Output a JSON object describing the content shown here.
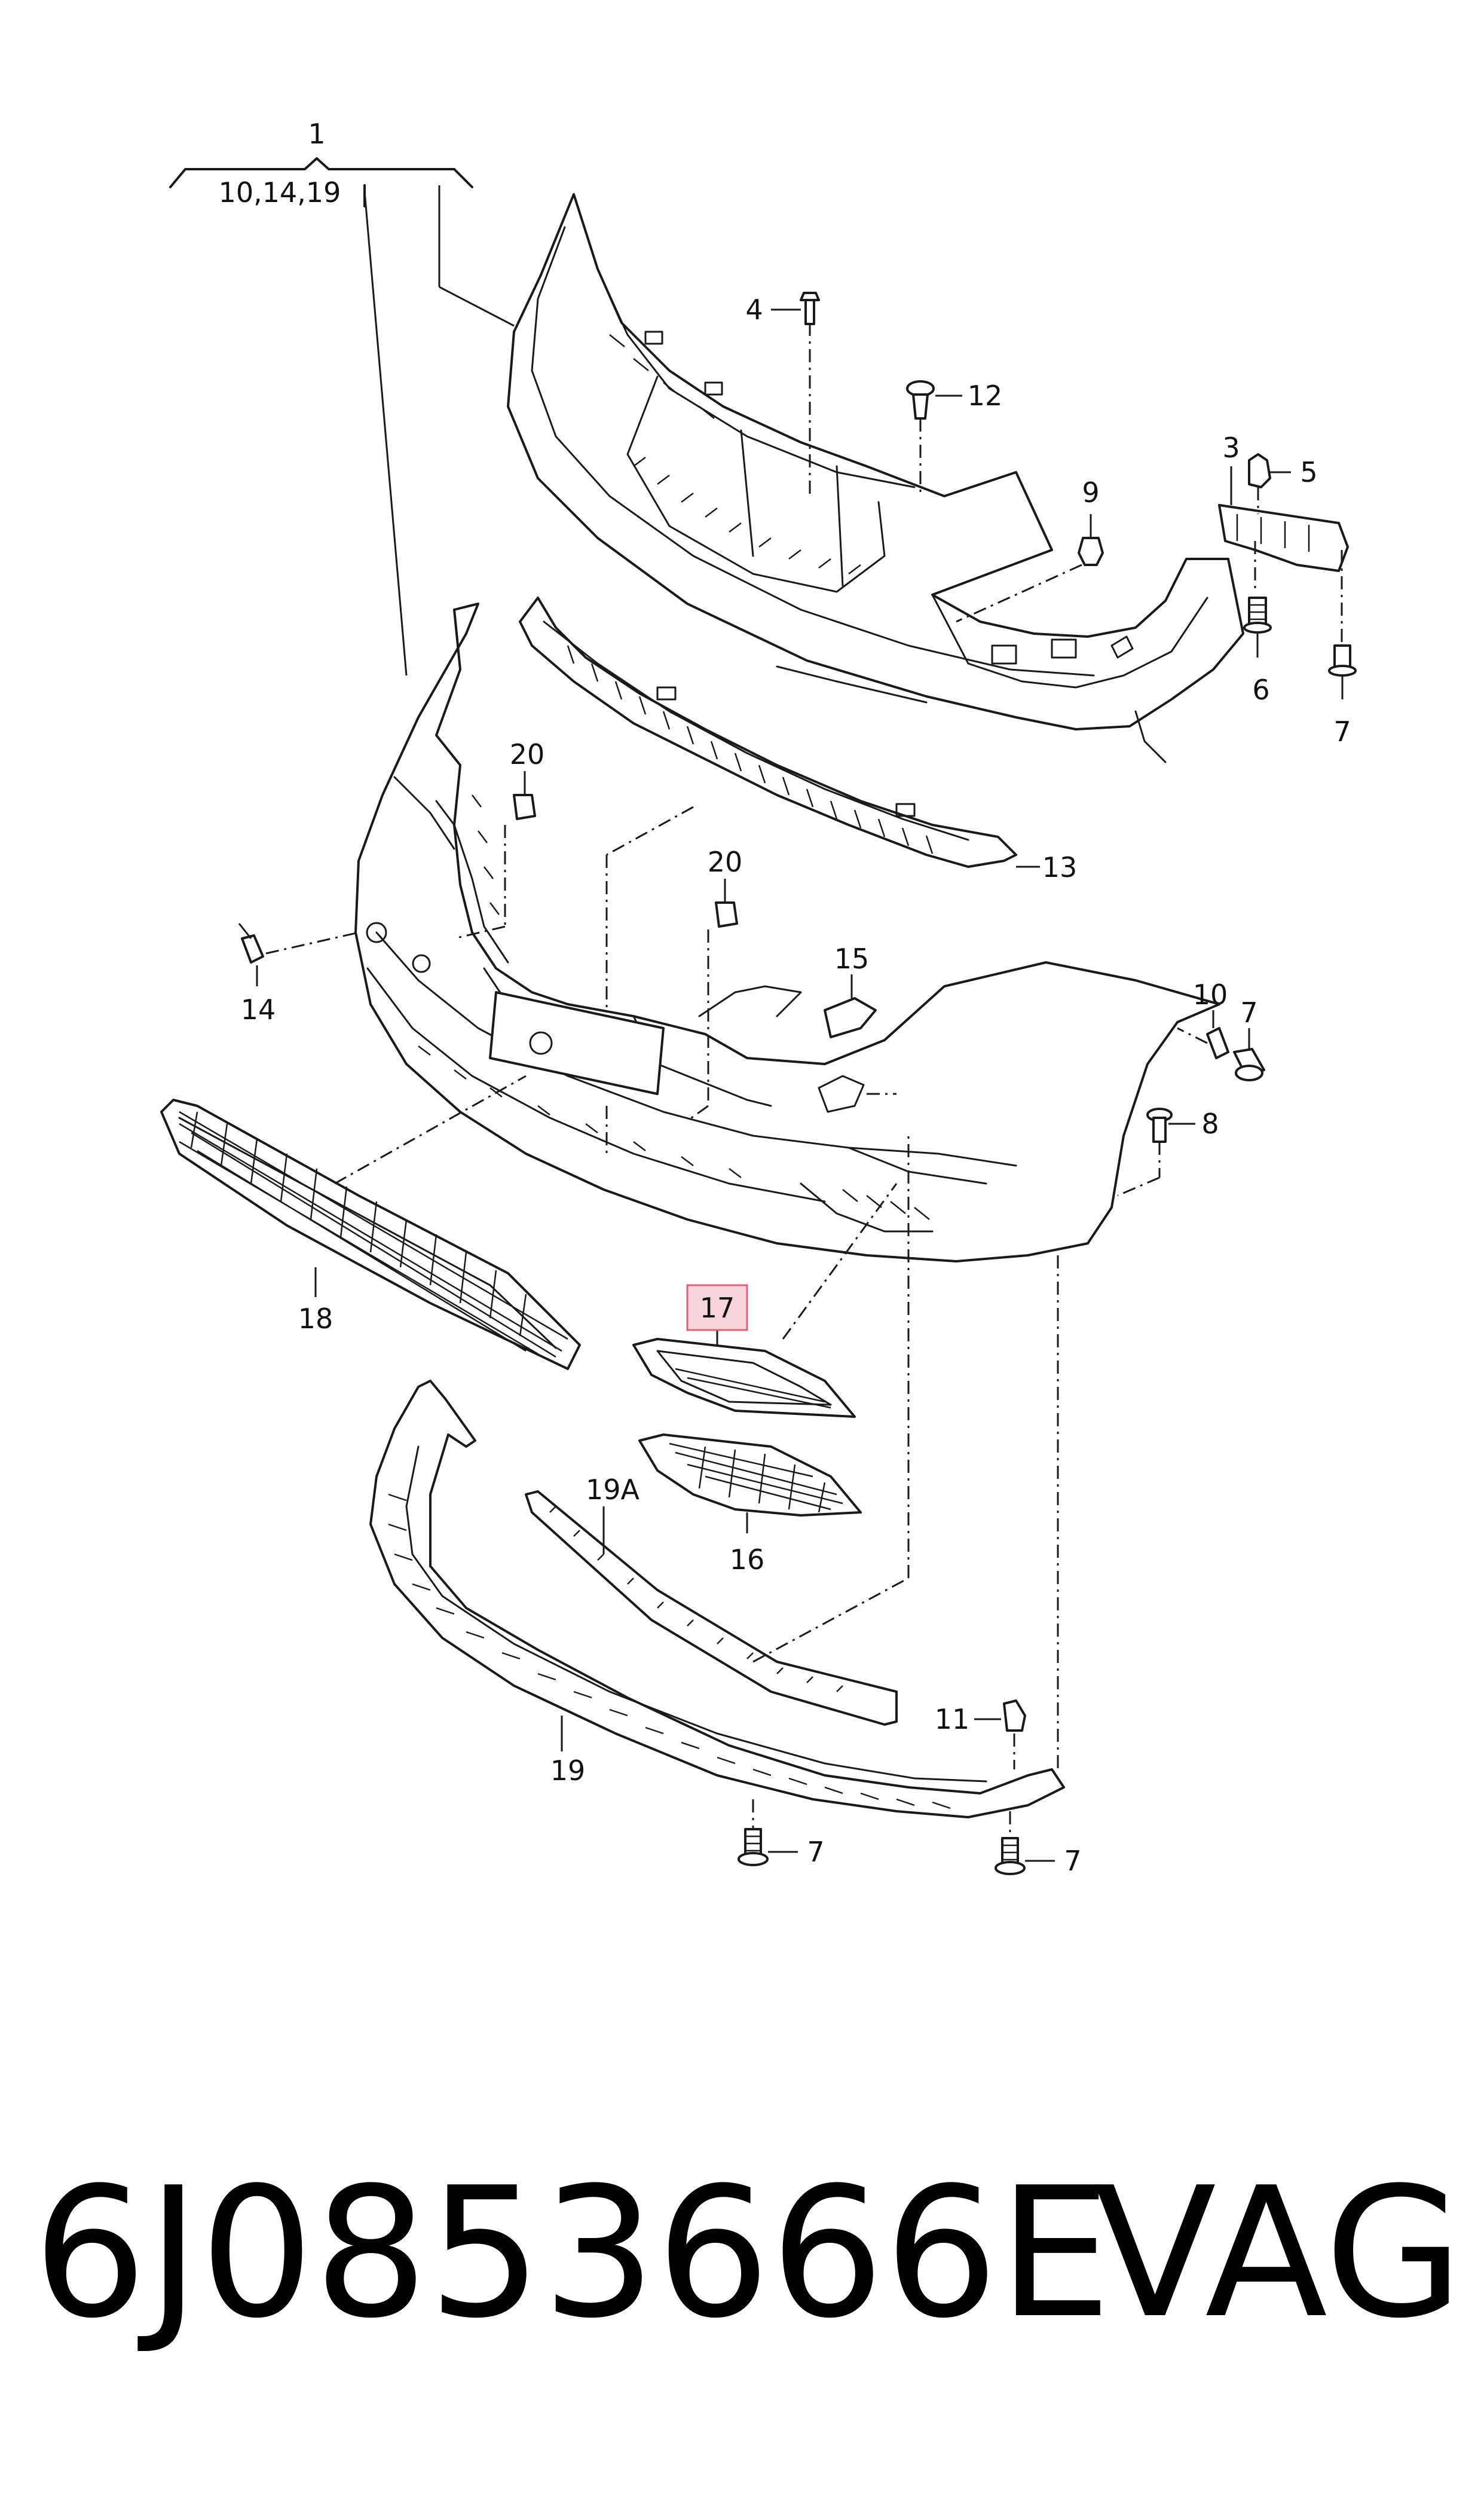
{
  "callouts": {
    "c1": "1",
    "c1_sub": "10,14,19",
    "c3": "3",
    "c4": "4",
    "c5": "5",
    "c6": "6",
    "c7a": "7",
    "c7b": "7",
    "c7c": "7",
    "c7d": "7",
    "c8": "8",
    "c9": "9",
    "c10": "10",
    "c11": "11",
    "c12": "12",
    "c13": "13",
    "c14": "14",
    "c15": "15",
    "c16": "16",
    "c17": "17",
    "c18": "18",
    "c19": "19",
    "c19a": "19A",
    "c20a": "20",
    "c20b": "20"
  },
  "highlight_color": "#f7d3da",
  "footer": {
    "part_number": "6J0853666E",
    "brand": "VAG"
  }
}
